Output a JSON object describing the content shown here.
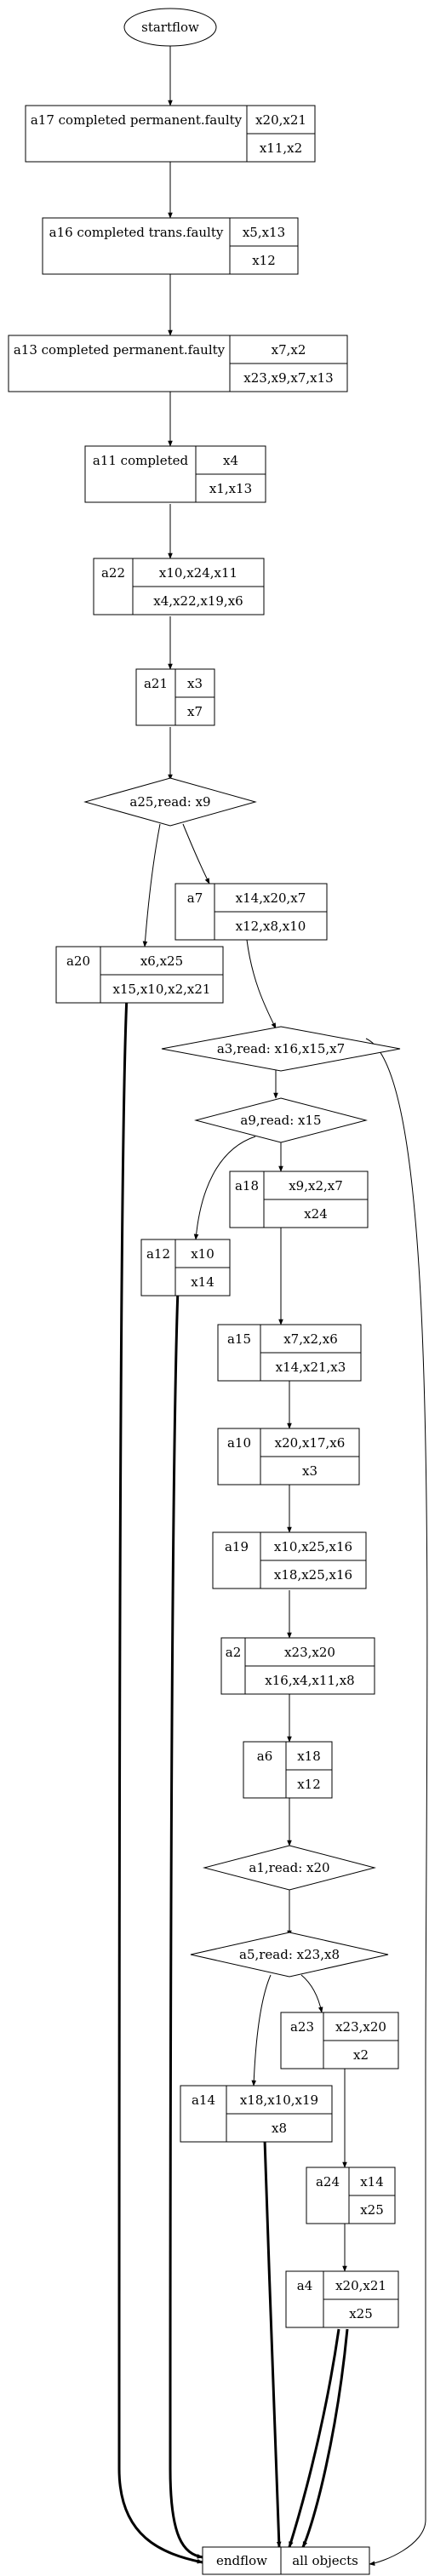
{
  "start": {
    "label": "startflow"
  },
  "end": {
    "label": "endflow",
    "objects_label": "all objects"
  },
  "nodes": [
    {
      "id": "a17",
      "name": "a17 completed permanent.faulty",
      "top": "x20,x21",
      "bottom": "x11,x2"
    },
    {
      "id": "a16",
      "name": "a16 completed trans.faulty",
      "top": "x5,x13",
      "bottom": "x12"
    },
    {
      "id": "a13",
      "name": "a13 completed permanent.faulty",
      "top": "x7,x2",
      "bottom": "x23,x9,x7,x13"
    },
    {
      "id": "a11",
      "name": "a11 completed",
      "top": "x4",
      "bottom": "x1,x13"
    },
    {
      "id": "a22",
      "name": "a22",
      "top": "x10,x24,x11",
      "bottom": "x4,x22,x19,x6"
    },
    {
      "id": "a21",
      "name": "a21",
      "top": "x3",
      "bottom": "x7"
    },
    {
      "id": "a7",
      "name": "a7",
      "top": "x14,x20,x7",
      "bottom": "x12,x8,x10"
    },
    {
      "id": "a20",
      "name": "a20",
      "top": "x6,x25",
      "bottom": "x15,x10,x2,x21"
    },
    {
      "id": "a18",
      "name": "a18",
      "top": "x9,x2,x7",
      "bottom": "x24"
    },
    {
      "id": "a12",
      "name": "a12",
      "top": "x10",
      "bottom": "x14"
    },
    {
      "id": "a15",
      "name": "a15",
      "top": "x7,x2,x6",
      "bottom": "x14,x21,x3"
    },
    {
      "id": "a10",
      "name": "a10",
      "top": "x20,x17,x6",
      "bottom": "x3"
    },
    {
      "id": "a19",
      "name": "a19",
      "top": "x10,x25,x16",
      "bottom": "x18,x25,x16"
    },
    {
      "id": "a2",
      "name": "a2",
      "top": "x23,x20",
      "bottom": "x16,x4,x11,x8"
    },
    {
      "id": "a6",
      "name": "a6",
      "top": "x18",
      "bottom": "x12"
    },
    {
      "id": "a23",
      "name": "a23",
      "top": "x23,x20",
      "bottom": "x2"
    },
    {
      "id": "a14",
      "name": "a14",
      "top": "x18,x10,x19",
      "bottom": "x8"
    },
    {
      "id": "a24",
      "name": "a24",
      "top": "x14",
      "bottom": "x25"
    },
    {
      "id": "a4",
      "name": "a4",
      "top": "x20,x21",
      "bottom": "x25"
    }
  ],
  "decisions": [
    {
      "id": "a25",
      "label": "a25,read: x9"
    },
    {
      "id": "a3",
      "label": "a3,read: x16,x15,x7"
    },
    {
      "id": "a9",
      "label": "a9,read: x15"
    },
    {
      "id": "a1",
      "label": "a1,read: x20"
    },
    {
      "id": "a5",
      "label": "a5,read: x23,x8"
    }
  ]
}
